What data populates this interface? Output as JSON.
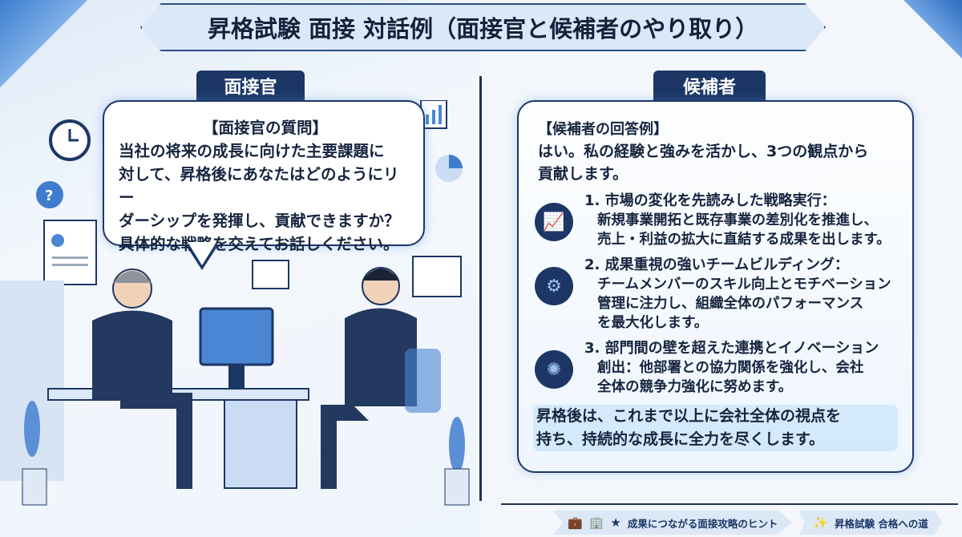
{
  "title": "昇格試験 面接 対話例（面接官と候補者のやり取り）",
  "interviewer": {
    "label": "面接官",
    "heading": "【面接官の質問】",
    "lines": [
      "当社の将来の成長に向けた主要課題に",
      "対して、昇格後にあなたはどのようにリー",
      "ダーシップを発揮し、貢献できますか？",
      "具体的な戦略を交えてお話しください。"
    ]
  },
  "candidate": {
    "label": "候補者",
    "heading": "【候補者の回答例】",
    "intro": [
      "はい。私の経験と強みを活かし、3つの観点から",
      "貢献します。"
    ],
    "points": [
      {
        "icon": "growth-chart-icon",
        "lines": [
          "1. 市場の変化を先読みした戦略実行：",
          "新規事業開拓と既存事業の差別化を推進し、",
          "売上・利益の拡大に直結する成果を出します。"
        ]
      },
      {
        "icon": "team-gear-icon",
        "lines": [
          "2. 成果重視の強いチームビルディング：",
          "チームメンバーのスキル向上とモチベーション",
          "管理に注力し、組織全体のパフォーマンス",
          "を最大化します。"
        ]
      },
      {
        "icon": "network-globe-icon",
        "lines": [
          "3. 部門間の壁を超えた連携とイノベーション",
          "創出：他部署との協力関係を強化し、会社",
          "全体の競争力強化に努めます。"
        ]
      }
    ],
    "closing": [
      "昇格後は、これまで以上に会社全体の視点を",
      "持ち、持続的な成長に全力を尽くします。"
    ]
  },
  "footer": {
    "items": [
      "成果につながる面接攻略のヒント",
      "昇格試験 合格への道"
    ]
  },
  "colors": {
    "navy": "#1c3766",
    "accent": "#4a86d4",
    "light": "#dbe8f7"
  }
}
